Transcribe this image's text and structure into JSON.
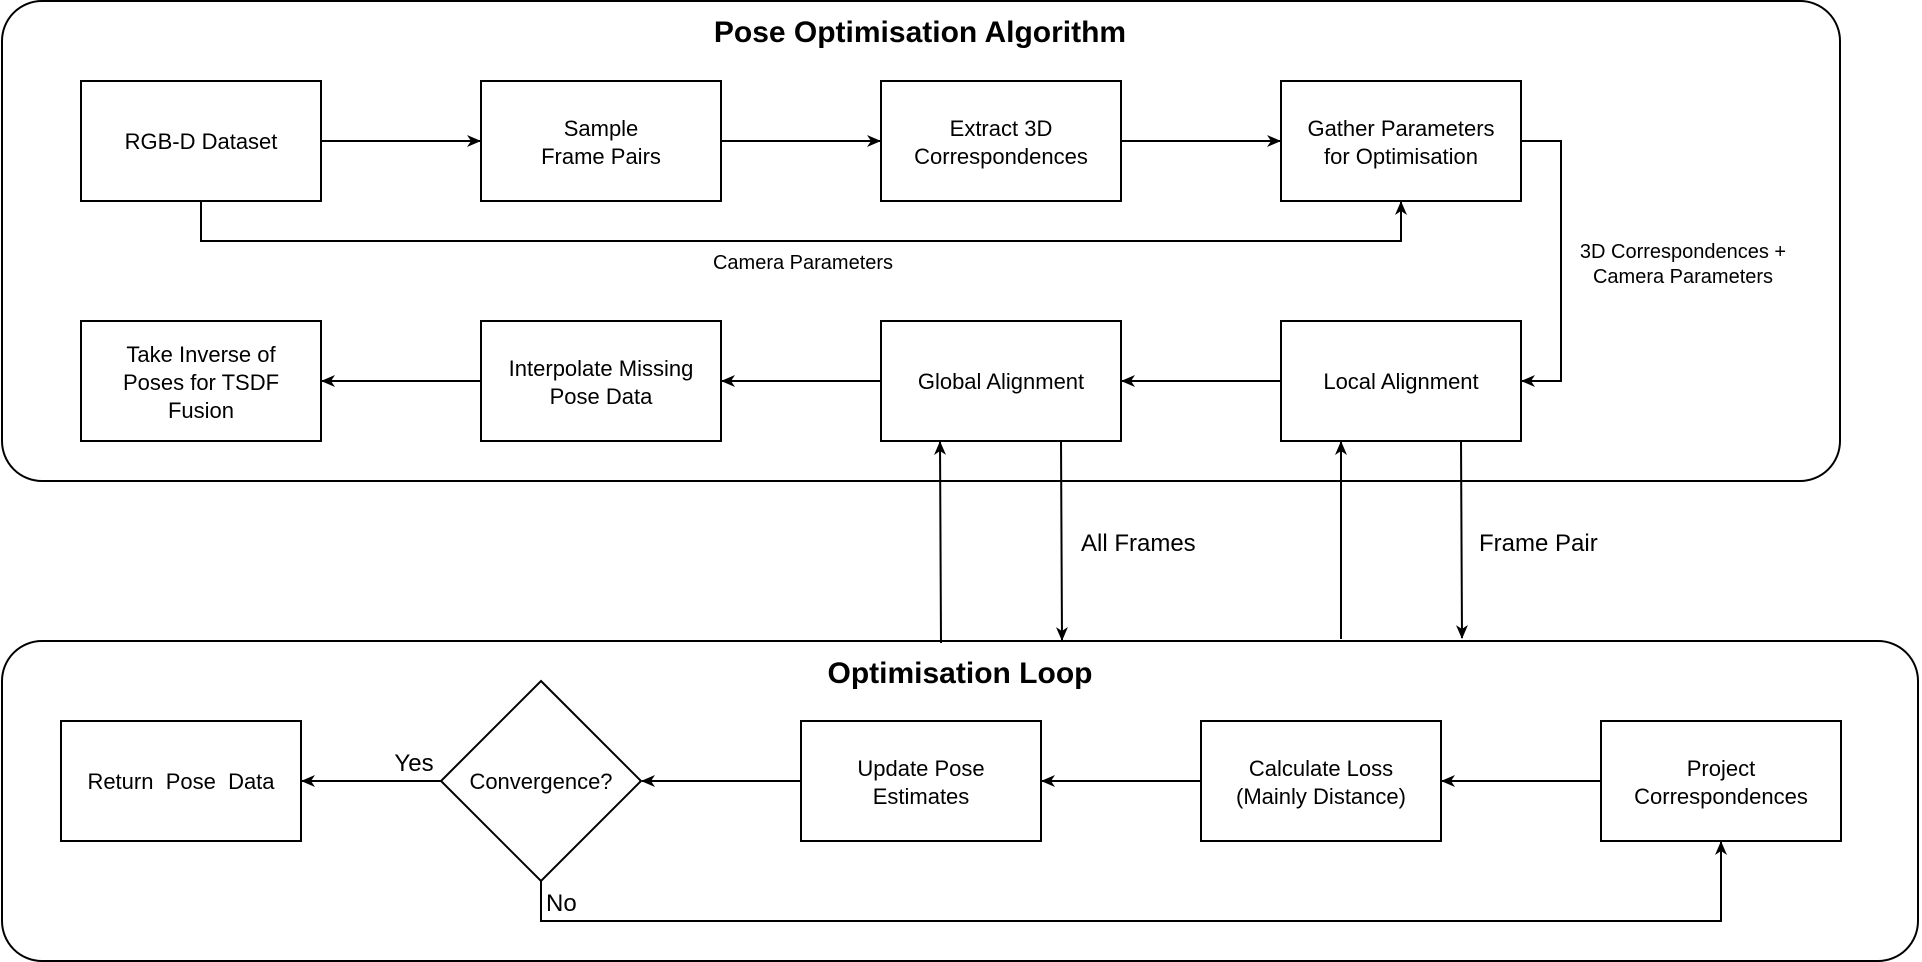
{
  "groups": {
    "top_title": "Pose Optimisation Algorithm",
    "bottom_title": "Optimisation Loop"
  },
  "nodes": {
    "rgbd_dataset": [
      "RGB-D Dataset"
    ],
    "sample_frame_pairs": [
      "Sample",
      "Frame Pairs"
    ],
    "extract_3d": [
      "Extract 3D",
      "Correspondences"
    ],
    "gather_params": [
      "Gather Parameters",
      "for Optimisation"
    ],
    "take_inverse": [
      "Take Inverse of",
      "Poses for TSDF",
      "Fusion"
    ],
    "interpolate": [
      "Interpolate Missing",
      "Pose Data"
    ],
    "global_alignment": [
      "Global Alignment"
    ],
    "local_alignment": [
      "Local Alignment"
    ],
    "return_pose": [
      "Return  Pose  Data"
    ],
    "convergence": [
      "Convergence?"
    ],
    "update_pose": [
      "Update Pose",
      "Estimates"
    ],
    "calculate_loss": [
      "Calculate Loss",
      "(Mainly Distance)"
    ],
    "project_corr": [
      "Project",
      "Correspondences"
    ]
  },
  "edge_labels": {
    "camera_parameters": "Camera Parameters",
    "corr_plus_camera": [
      "3D Correspondences +",
      "Camera Parameters"
    ],
    "all_frames": "All Frames",
    "frame_pair": "Frame Pair",
    "yes": "Yes",
    "no": "No"
  }
}
